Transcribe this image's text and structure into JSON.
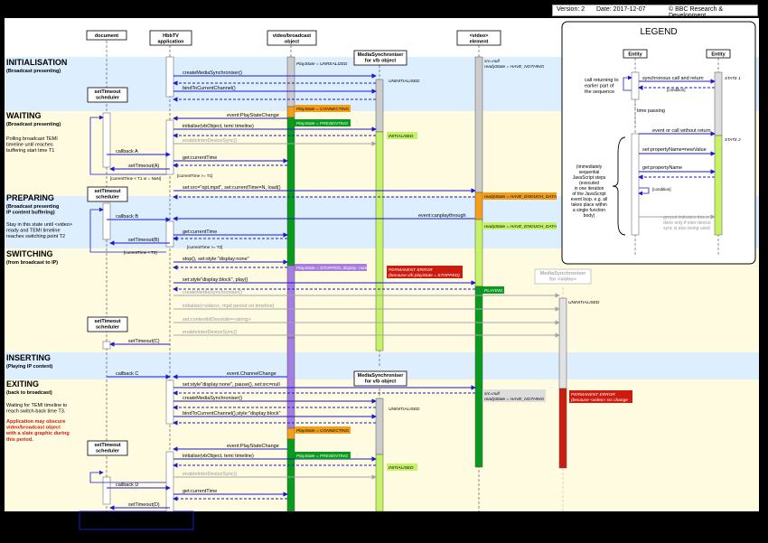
{
  "header": {
    "version": "Version: 2",
    "date": "Date: 2017-12-07",
    "copyright": "© BBC Research & Development"
  },
  "lanes": [
    {
      "id": "document",
      "label": "document"
    },
    {
      "id": "hbbtv",
      "label": "HbbTV\napplication"
    },
    {
      "id": "vb",
      "label": "video/broadcast\nobject"
    },
    {
      "id": "ms",
      "label": "MediaSynchroniser\nfor v/b object"
    },
    {
      "id": "video",
      "label": "<video>\nelement"
    }
  ],
  "phases": [
    {
      "title": "INITIALISATION",
      "sub": "(Broadcast presenting)",
      "desc": ""
    },
    {
      "title": "WAITING",
      "sub": "(Broadcast presenting)",
      "desc": "Polling broadcast TEMI\ntimeline until reaches\nbuffering start time T1"
    },
    {
      "title": "PREPARING",
      "sub": "(Broadcast presenting\nIP content buffering)",
      "desc": "Stay in this state until <video>\nready and TEMI timeline\nreaches switching point T2"
    },
    {
      "title": "SWITCHING",
      "sub": "(from broadcast to IP)",
      "desc": ""
    },
    {
      "title": "INSERTING",
      "sub": "(Playing IP content)",
      "desc": ""
    },
    {
      "title": "EXITING",
      "sub": "(back to broadcast)",
      "desc": "Waiting for TEMI timeline to\nreach switch-back time T3."
    },
    {
      "title": "",
      "sub": "",
      "desc": "Application may obscure\nvideo/broadcast object\nwith a slate graphic during\nthis period."
    }
  ],
  "messages": {
    "m1": "createMediaSynchroniser()",
    "m2": "bindToCurrentChannel()",
    "m3": "event:PlayStateChange",
    "m4": "initialise(vbObject, temi timeline)",
    "m5": "enableInterDeviceSync()",
    "m6": "callback A",
    "m7": "get:currentTime",
    "m8": "setTimeout(A)",
    "m9": "[currentTime < T1 or = NaN]",
    "m10": "[currentTime >= T1]",
    "m11": "set:src=\"opt.mpd\", set:currentTime=N, load()",
    "m12": "callback B",
    "m13": "event:canplaythrough",
    "m14": "get:currentTime",
    "m15": "setTimeout(B)",
    "m16": "[currentTime < T2]",
    "m17": "[currentTime >= T2]",
    "m18": "stop(), set:style:\"display:none\"",
    "m19": "set:style\"display:block\", play()",
    "m20": "createMediaSynchroniser()",
    "m21": "initialise(<video>, mpd period rel timeline)",
    "m22": "set:contentIdOverride=<string>",
    "m23": "enableInterDeviceSync()",
    "m24": "setTimeout(C)",
    "m25": "callback C",
    "m26": "event.ChannelChange",
    "m27": "set:style\"display:none\", pause(), set:src=null",
    "m28": "createMediaSynchroniser()",
    "m29": "bindToCurrentChannel(),style:\"display:block\"",
    "m30": "event:PlayStateChange",
    "m31": "initialise(vbObject, temi timeline)",
    "m32": "enableInterDeviceSync()",
    "m33": "callback D",
    "m34": "get:currentTime",
    "m35": "setTimeout(D)"
  },
  "states": {
    "s1": "PlayState = UNREALIZED",
    "s2": "src=null\nreadyState = HAVE_NOTHING",
    "s3": "UNINITIALISED",
    "s4": "PlayState = CONNECTING",
    "s5": "PlayState = PRESENTING",
    "s6": "INITIALISED",
    "s7": "readyState = HAVE_ENOUGH_DATA",
    "s8": "readyState = HAVE_ENOUGH_DATA",
    "s9": "PlayState = STOPPED, display: none",
    "s10": "PERMANENT ERROR\n(because v/b playState = STOPPED)",
    "s11": "PLAYING",
    "s12": "UNINITIALISED",
    "s13": "src=null\nreadyState = HAVE_NOTHING",
    "s14": "PERMANENT ERROR\n(because <video> src change",
    "s15": "UNINITIALISED",
    "s16": "PlayState = CONNECTING",
    "s17": "PlayState = PRESENTING",
    "s18": "INITIALISED"
  },
  "objects": {
    "ms1": "MediaSynchroniser\nfor v/b object",
    "ms2": "MediaSynchroniser\nfor <video>",
    "ms3": "MediaSynchroniser\nfor v/b object",
    "sched": "setTimeout\nscheduler"
  },
  "legend": {
    "title": "LEGEND",
    "entity": "Entity",
    "l1": "synchronous call and return",
    "l1c": "[condition]",
    "l2": "call returning to\nearlier part of\nthe sequence",
    "l3": "time passing",
    "l4": "event or call without return",
    "l5": "set:propertyName=newValue",
    "l6": "get:propertyName",
    "l6c": "[condition]",
    "l7": "(immediately\nsequential\nJavaScript steps\n\n(executed\nin one iteration\nof the JavaScript\nevent loop. e.g. all\ntakes place within\na single function\nbody)",
    "l8": "greyed indicates this is\ndone only if inter-device\nsync is also being used",
    "st1": "STATE 1",
    "st2": "STATE 2"
  },
  "colors": {
    "blue": "#1a1ad0",
    "grey": "#a6a6a6",
    "green": "#0a9a1e",
    "lime": "#c6f26a",
    "orange": "#f2a01c",
    "purple": "#a47fe0",
    "red": "#cc1c10"
  }
}
